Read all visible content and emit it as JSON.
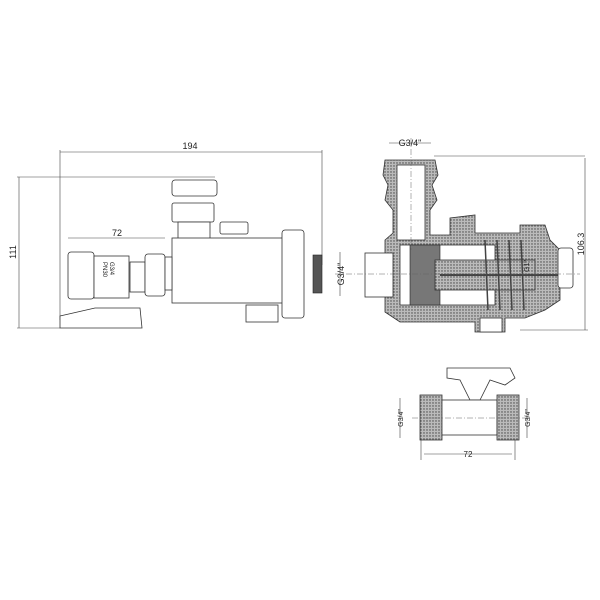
{
  "side_view": {
    "overall_length": "194",
    "overall_height": "111",
    "valve_length": "72",
    "valve_marking_1": "PN30",
    "valve_marking_2": "G3/4"
  },
  "section_view": {
    "top_thread": "G3/4\"",
    "inlet_thread": "G3/4\"",
    "inner_thread": "G1\"",
    "height": "106.3"
  },
  "ball_valve_view": {
    "left_thread": "G3/4\"",
    "right_thread": "G3/4\"",
    "length": "72"
  }
}
